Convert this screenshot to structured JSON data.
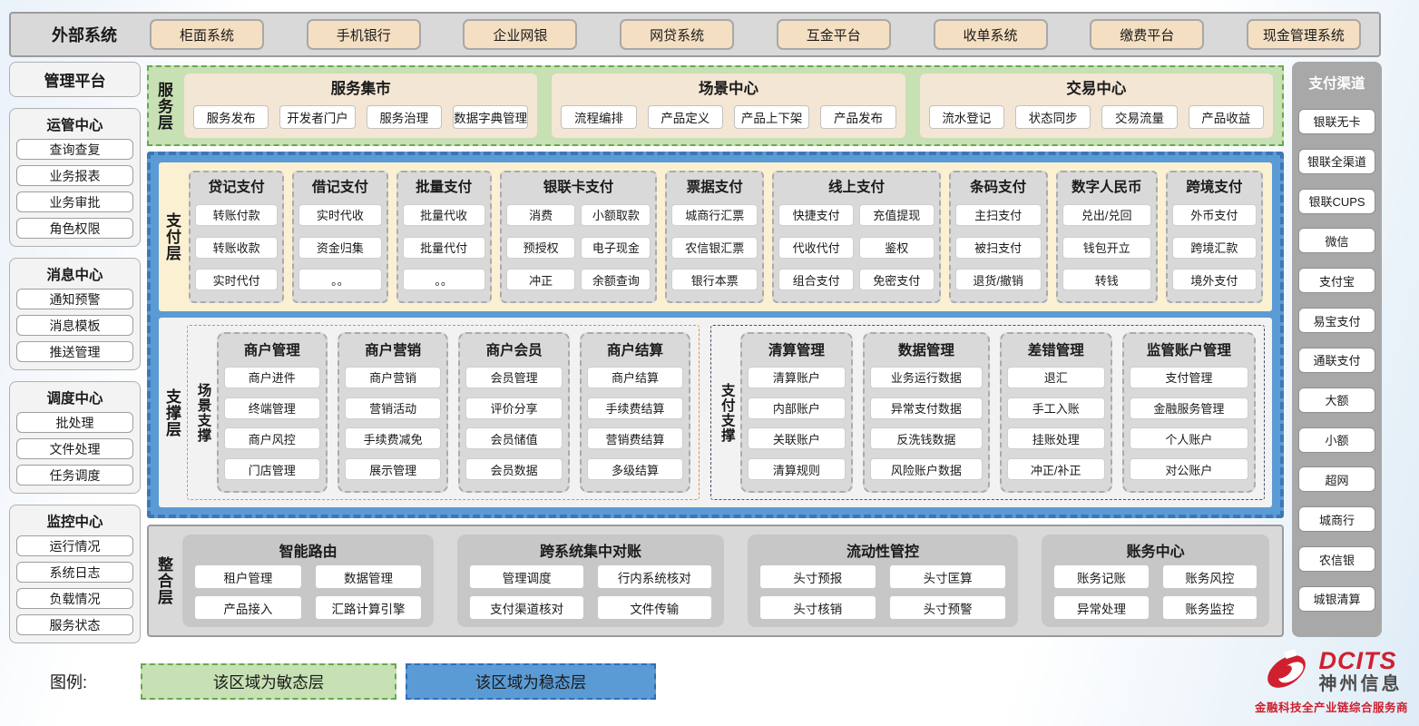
{
  "external_systems": {
    "label": "外部系统",
    "items": [
      "柜面系统",
      "手机银行",
      "企业网银",
      "网贷系统",
      "互金平台",
      "收单系统",
      "缴费平台",
      "现金管理系统"
    ]
  },
  "management_platform": {
    "title": "管理平台",
    "groups": [
      {
        "title": "运管中心",
        "items": [
          "查询查复",
          "业务报表",
          "业务审批",
          "角色权限"
        ]
      },
      {
        "title": "消息中心",
        "items": [
          "通知预警",
          "消息模板",
          "推送管理"
        ]
      },
      {
        "title": "调度中心",
        "items": [
          "批处理",
          "文件处理",
          "任务调度"
        ]
      },
      {
        "title": "监控中心",
        "items": [
          "运行情况",
          "系统日志",
          "负载情况",
          "服务状态"
        ]
      }
    ]
  },
  "service_layer": {
    "label": "服务层",
    "panels": [
      {
        "title": "服务集市",
        "items": [
          "服务发布",
          "开发者门户",
          "服务治理",
          "数据字典管理"
        ]
      },
      {
        "title": "场景中心",
        "items": [
          "流程编排",
          "产品定义",
          "产品上下架",
          "产品发布"
        ]
      },
      {
        "title": "交易中心",
        "items": [
          "流水登记",
          "状态同步",
          "交易流量",
          "产品收益"
        ]
      }
    ]
  },
  "payment_layer": {
    "label": "支付层",
    "columns": [
      {
        "title": "贷记支付",
        "cols": 1,
        "items": [
          "转账付款",
          "转账收款",
          "实时代付"
        ]
      },
      {
        "title": "借记支付",
        "cols": 1,
        "items": [
          "实时代收",
          "资金归集",
          "。。"
        ]
      },
      {
        "title": "批量支付",
        "cols": 1,
        "items": [
          "批量代收",
          "批量代付",
          "。。"
        ]
      },
      {
        "title": "银联卡支付",
        "cols": 2,
        "items": [
          "消费",
          "小额取款",
          "预授权",
          "电子现金",
          "冲正",
          "余额查询"
        ]
      },
      {
        "title": "票据支付",
        "cols": 1,
        "items": [
          "城商行汇票",
          "农信银汇票",
          "银行本票"
        ]
      },
      {
        "title": "线上支付",
        "cols": 2,
        "items": [
          "快捷支付",
          "充值提现",
          "代收代付",
          "鉴权",
          "组合支付",
          "免密支付"
        ]
      },
      {
        "title": "条码支付",
        "cols": 1,
        "items": [
          "主扫支付",
          "被扫支付",
          "退货/撤销"
        ]
      },
      {
        "title": "数字人民币",
        "cols": 1,
        "items": [
          "兑出/兑回",
          "钱包开立",
          "转钱"
        ]
      },
      {
        "title": "跨境支付",
        "cols": 1,
        "items": [
          "外币支付",
          "跨境汇款",
          "境外支付"
        ]
      }
    ]
  },
  "support_layer": {
    "label": "支撑层",
    "regions": [
      {
        "label": "场景支撑",
        "columns": [
          {
            "title": "商户管理",
            "items": [
              "商户进件",
              "终端管理",
              "商户风控",
              "门店管理"
            ]
          },
          {
            "title": "商户营销",
            "items": [
              "商户营销",
              "营销活动",
              "手续费减免",
              "展示管理"
            ]
          },
          {
            "title": "商户会员",
            "items": [
              "会员管理",
              "评价分享",
              "会员储值",
              "会员数据"
            ]
          },
          {
            "title": "商户结算",
            "items": [
              "商户结算",
              "手续费结算",
              "营销费结算",
              "多级结算"
            ]
          }
        ]
      },
      {
        "label": "支付支撑",
        "columns": [
          {
            "title": "清算管理",
            "items": [
              "清算账户",
              "内部账户",
              "关联账户",
              "清算规则"
            ]
          },
          {
            "title": "数据管理",
            "items": [
              "业务运行数据",
              "异常支付数据",
              "反洗钱数据",
              "风险账户数据"
            ]
          },
          {
            "title": "差错管理",
            "items": [
              "退汇",
              "手工入账",
              "挂账处理",
              "冲正/补正"
            ]
          },
          {
            "title": "监管账户管理",
            "items": [
              "支付管理",
              "金融服务管理",
              "个人账户",
              "对公账户"
            ]
          }
        ]
      }
    ]
  },
  "integration_layer": {
    "label": "整合层",
    "panels": [
      {
        "title": "智能路由",
        "items": [
          "租户管理",
          "数据管理",
          "产品接入",
          "汇路计算引擎"
        ]
      },
      {
        "title": "跨系统集中对账",
        "items": [
          "管理调度",
          "行内系统核对",
          "支付渠道核对",
          "文件传输"
        ]
      },
      {
        "title": "流动性管控",
        "items": [
          "头寸预报",
          "头寸匡算",
          "头寸核销",
          "头寸预警"
        ]
      },
      {
        "title": "账务中心",
        "items": [
          "账务记账",
          "账务风控",
          "异常处理",
          "账务监控"
        ]
      }
    ]
  },
  "payment_channels": {
    "title": "支付渠道",
    "items": [
      "银联无卡",
      "银联全渠道",
      "银联CUPS",
      "微信",
      "支付宝",
      "易宝支付",
      "通联支付",
      "大额",
      "小额",
      "超网",
      "城商行",
      "农信银",
      "城银清算"
    ]
  },
  "legend": {
    "label": "图例:",
    "agile": "该区域为敏态层",
    "stable": "该区域为稳态层"
  },
  "logo": {
    "brand": "DCITS",
    "company": "神州信息",
    "tagline": "金融科技全产业链综合服务商"
  },
  "colors": {
    "agileFill": "#c7e0b4",
    "agileBorder": "#6aa84f",
    "stableFill": "#5b9bd5",
    "stableBorder": "#3d77b5",
    "wheat": "#f5dfc2",
    "cream": "#f3e6d4",
    "paymentCream": "#fbf1d2",
    "panelGray": "#d9d9d9",
    "sceneAccent": "#e0913f",
    "supportAccent": "#44546a",
    "channelGray": "#a8a8a8",
    "logoRed": "#cf2030"
  }
}
